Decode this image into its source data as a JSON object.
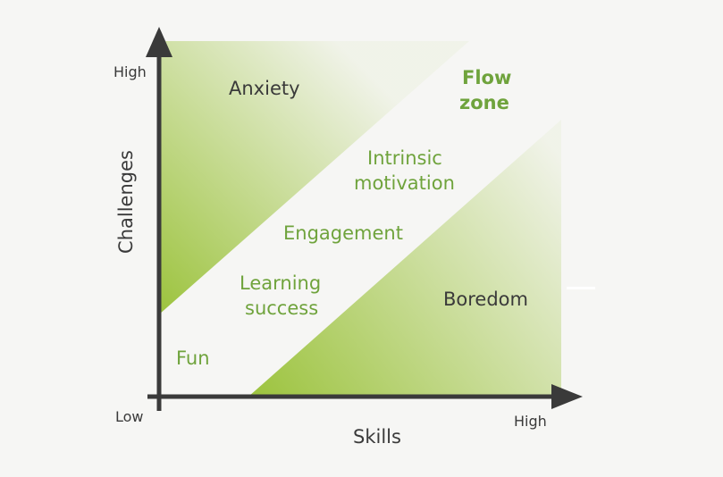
{
  "axes": {
    "x_title": "Skills",
    "y_title": "Challenges",
    "x_high": "High",
    "y_high": "High",
    "origin": "Low"
  },
  "regions": {
    "anxiety": "Anxiety",
    "flow_line1": "Flow",
    "flow_line2": "zone",
    "intrinsic_line1": "Intrinsic",
    "intrinsic_line2": "motivation",
    "engagement": "Engagement",
    "learning_line1": "Learning",
    "learning_line2": "success",
    "fun": "Fun",
    "boredom": "Boredom"
  },
  "colors": {
    "background": "#f6f6f4",
    "gradient_green": "#9cc33d",
    "accent_green": "#6fa33c",
    "text_dark": "#3a3a3a",
    "axis": "#3a3a3a"
  }
}
